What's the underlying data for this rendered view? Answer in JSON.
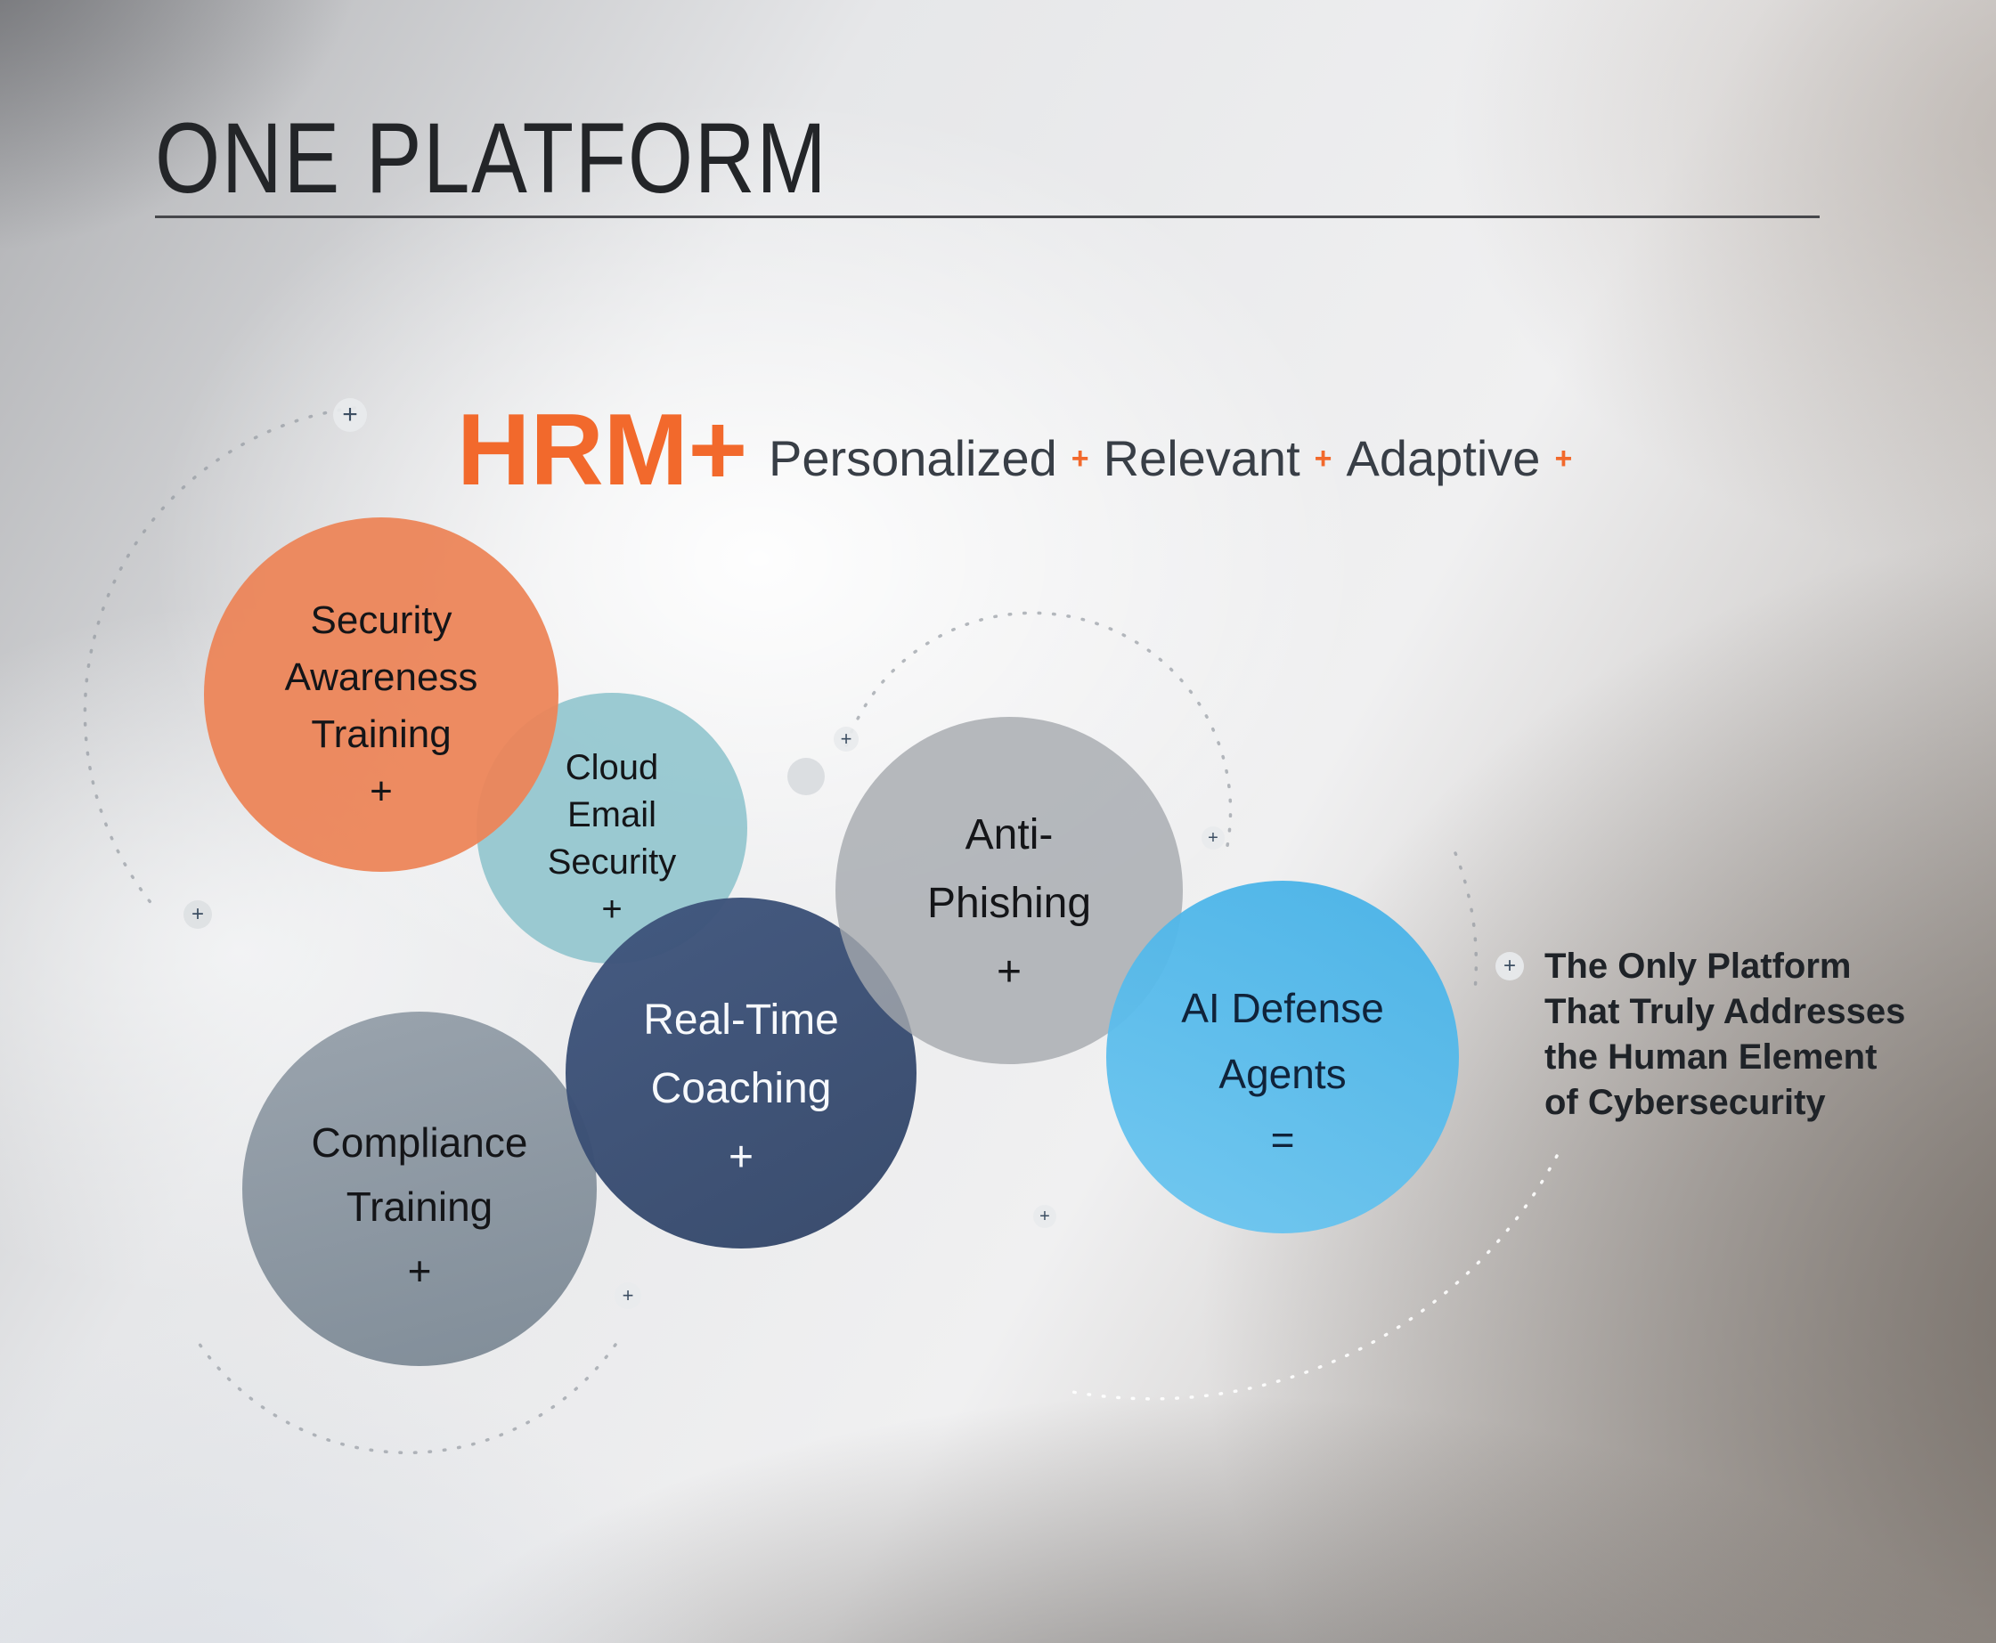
{
  "title": "ONE PLATFORM",
  "hrm": {
    "brand": "HRM+",
    "tagline_words": [
      "Personalized",
      "Relevant",
      "Adaptive"
    ]
  },
  "glyphs": {
    "plus": "+",
    "equals": "="
  },
  "circles": [
    {
      "id": "compliance-training",
      "lines": [
        "Compliance",
        "Training"
      ],
      "suffix": "+",
      "color": "#8C97A2"
    },
    {
      "id": "cloud-email-security",
      "lines": [
        "Cloud",
        "Email",
        "Security"
      ],
      "suffix": "+",
      "color": "#9CCBD2"
    },
    {
      "id": "security-awareness-training",
      "lines": [
        "Security",
        "Awareness",
        "Training"
      ],
      "suffix": "+",
      "color": "#EE8A5F"
    },
    {
      "id": "real-time-coaching",
      "lines": [
        "Real-Time",
        "Coaching"
      ],
      "suffix": "+",
      "color": "#3D5174"
    },
    {
      "id": "anti-phishing",
      "lines": [
        "Anti-",
        "Phishing"
      ],
      "suffix": "+",
      "color": "#B8BBBF"
    },
    {
      "id": "ai-defense-agents",
      "lines": [
        "AI Defense",
        "Agents"
      ],
      "suffix": "=",
      "color": "#54B8E8"
    }
  ],
  "side_note": {
    "lines": [
      "The Only Platform",
      "That Truly Addresses",
      "the Human Element",
      "of Cybersecurity"
    ]
  },
  "colors": {
    "accent_orange": "#F2692C",
    "title_text": "#232528",
    "tagline_text": "#383E46",
    "side_note_text": "#1F2328"
  }
}
